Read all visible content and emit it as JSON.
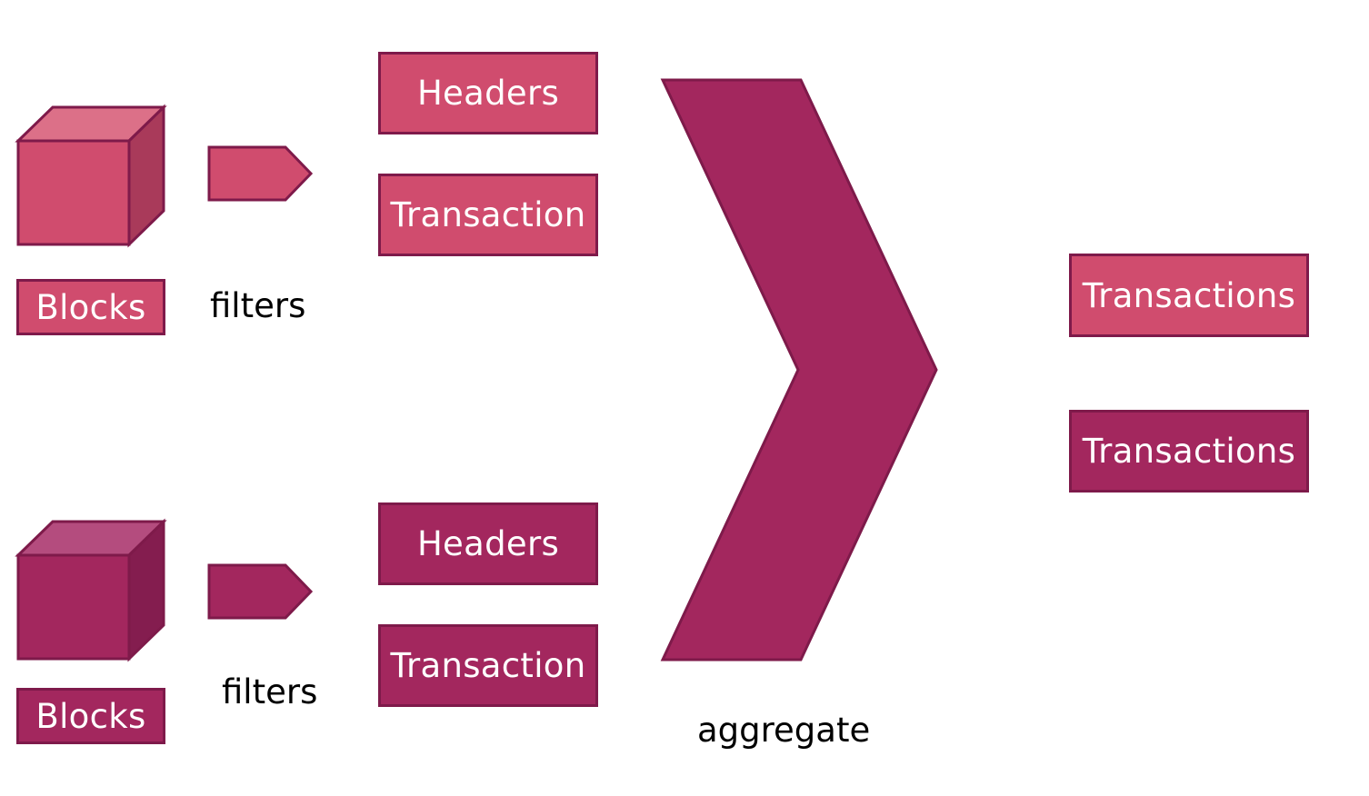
{
  "groups": [
    {
      "blocks_label": "Blocks",
      "filters_label": "filters",
      "outputs": [
        "Headers",
        "Transaction"
      ]
    },
    {
      "blocks_label": "Blocks",
      "filters_label": "filters",
      "outputs": [
        "Headers",
        "Transaction"
      ]
    }
  ],
  "aggregate_label": "aggregate",
  "results": [
    "Transactions",
    "Transactions"
  ],
  "colors": {
    "pink": "#d04c6e",
    "plum": "#a3275e",
    "border": "#7e1a4a"
  }
}
